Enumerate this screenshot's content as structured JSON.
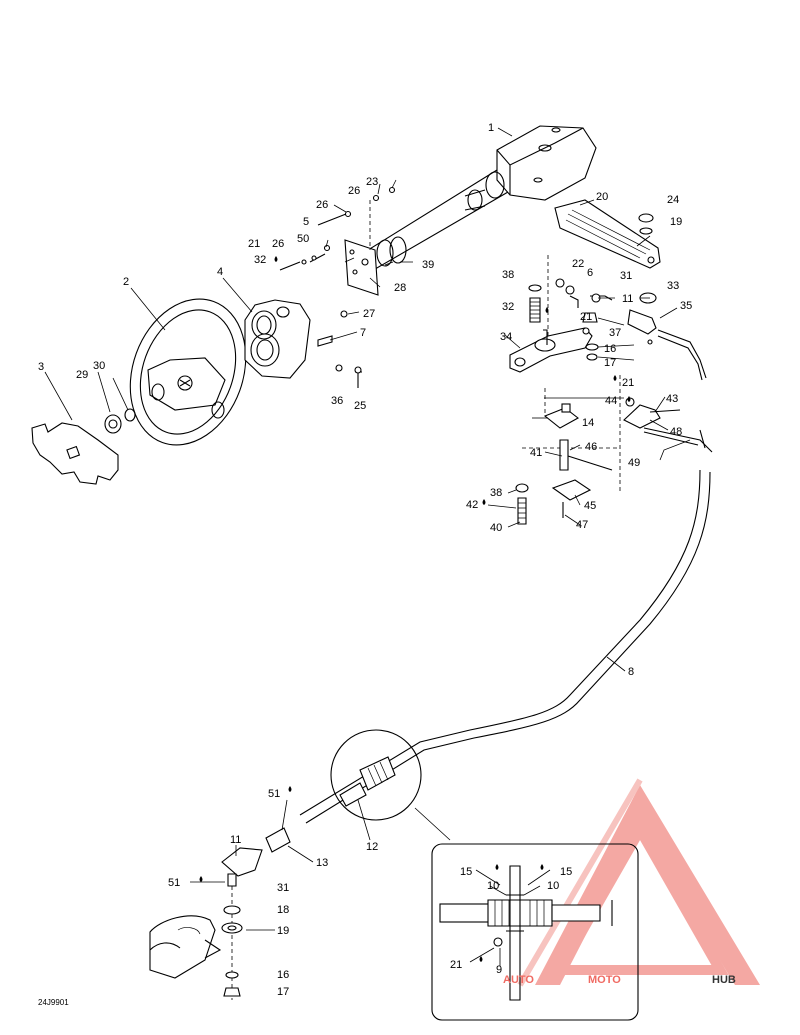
{
  "drawing_code": "24J9901",
  "callouts": [
    "1",
    "2",
    "3",
    "4",
    "5",
    "6",
    "7",
    "8",
    "9",
    "10",
    "11",
    "12",
    "13",
    "14",
    "15",
    "16",
    "17",
    "18",
    "19",
    "20",
    "21",
    "22",
    "23",
    "24",
    "25",
    "26",
    "27",
    "28",
    "29",
    "30",
    "31",
    "32",
    "33",
    "34",
    "35",
    "36",
    "37",
    "38",
    "39",
    "40",
    "41",
    "42",
    "43",
    "44",
    "45",
    "46",
    "47",
    "48",
    "49",
    "50",
    "51"
  ],
  "watermark": {
    "part_a": "AUTO",
    "part_b": "MOTO",
    "part_c": "HUB",
    "colors": {
      "primary": "#f06a62",
      "secondary": "#222222",
      "light": "#f6a9a4"
    }
  }
}
